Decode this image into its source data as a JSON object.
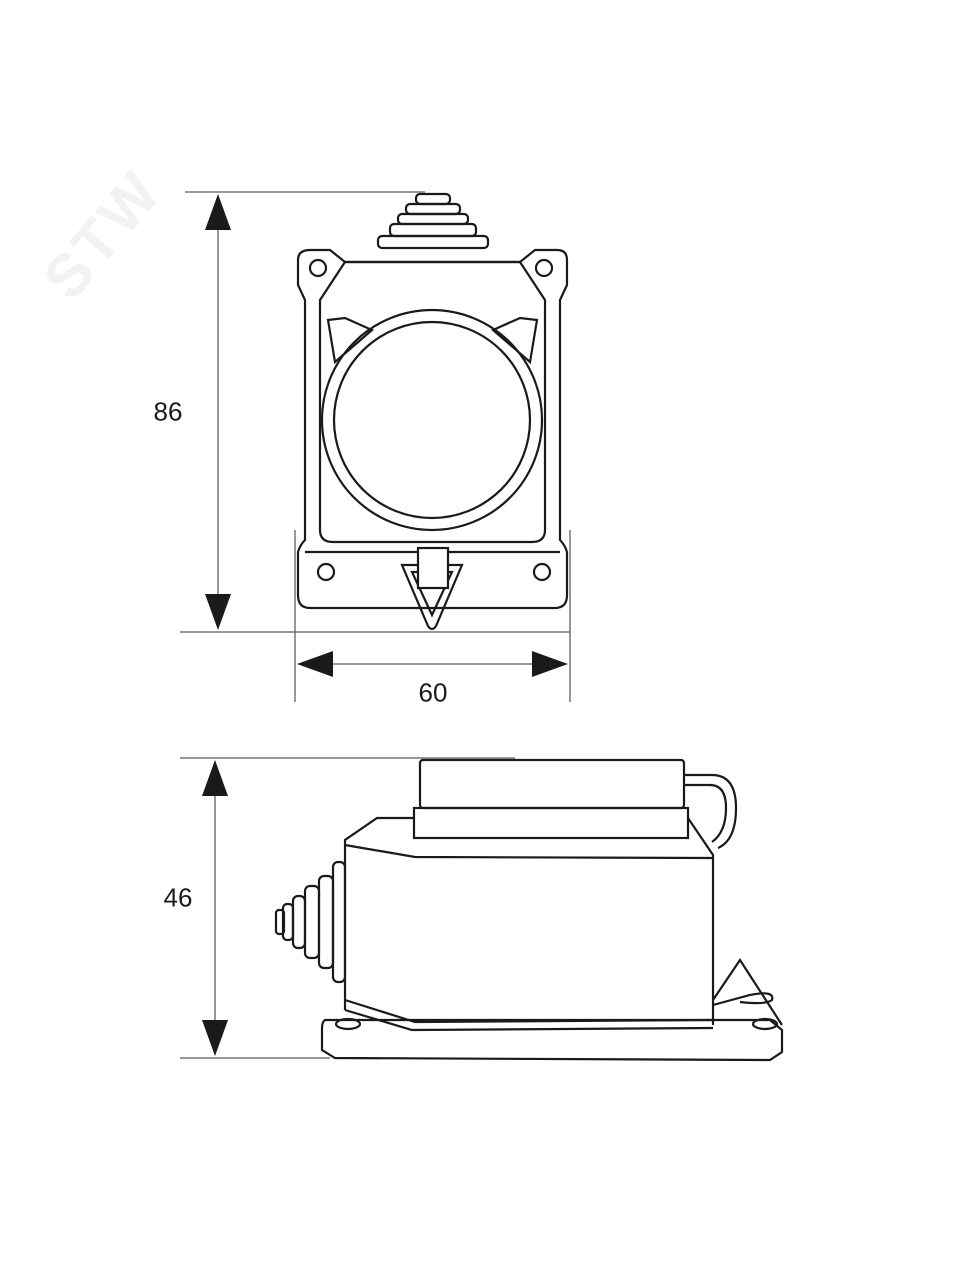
{
  "watermark": "STW",
  "front_view": {
    "height_label": "86",
    "width_label": "60"
  },
  "side_view": {
    "height_label": "46"
  },
  "colors": {
    "line": "#1a1a1a",
    "dim_line": "#777777"
  }
}
